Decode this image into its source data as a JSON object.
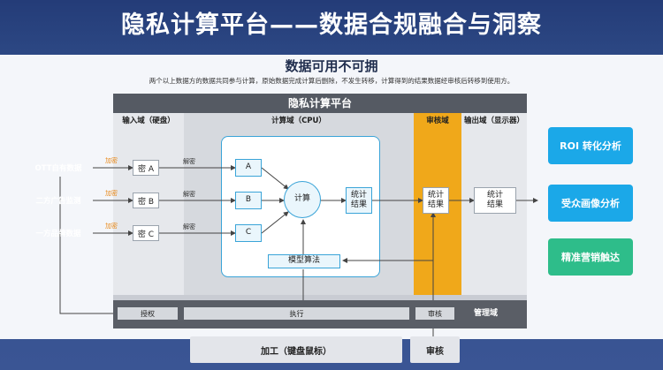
{
  "title": "隐私计算平台——数据合规融合与洞察",
  "subtitle": "数据可用不可拥",
  "description": "两个以上数据方的数据共同参与计算，原始数据完成计算后删除，不发生转移，计算得到的结果数据经审核后转移到使用方。",
  "platform": {
    "header": "隐私计算平台",
    "zones": {
      "input": "输入域（硬盘）",
      "compute": "计算域（CPU）",
      "audit": "审核域",
      "output": "输出域（显示器）"
    }
  },
  "sources": [
    {
      "label": "OTT自有数据",
      "color": "#7d7d7d"
    },
    {
      "label": "二方广告监测",
      "color": "#2b2b2b"
    },
    {
      "label": "一方品牌数据",
      "color": "#111111"
    }
  ],
  "tags": {
    "encrypt": "加密",
    "decrypt": "解密"
  },
  "encrypted": [
    "密 A",
    "密 B",
    "密 C"
  ],
  "plain": [
    "A",
    "B",
    "C"
  ],
  "compute_node": "计算",
  "model": "模型算法",
  "result_compute": "统计\n结果",
  "result_audit": "统计\n结果",
  "result_output": "统计\n结果",
  "management": {
    "label": "管理域",
    "authorize": "授权",
    "execute": "执行",
    "audit": "审核"
  },
  "right_cards": [
    {
      "label": "ROI 转化分析",
      "color": "#1ba8e8"
    },
    {
      "label": "受众画像分析",
      "color": "#1ba8e8"
    },
    {
      "label": "精准营销触达",
      "color": "#2ebd8a"
    }
  ],
  "bottom": {
    "process": "加工（键盘鼠标）",
    "review": "审核"
  }
}
